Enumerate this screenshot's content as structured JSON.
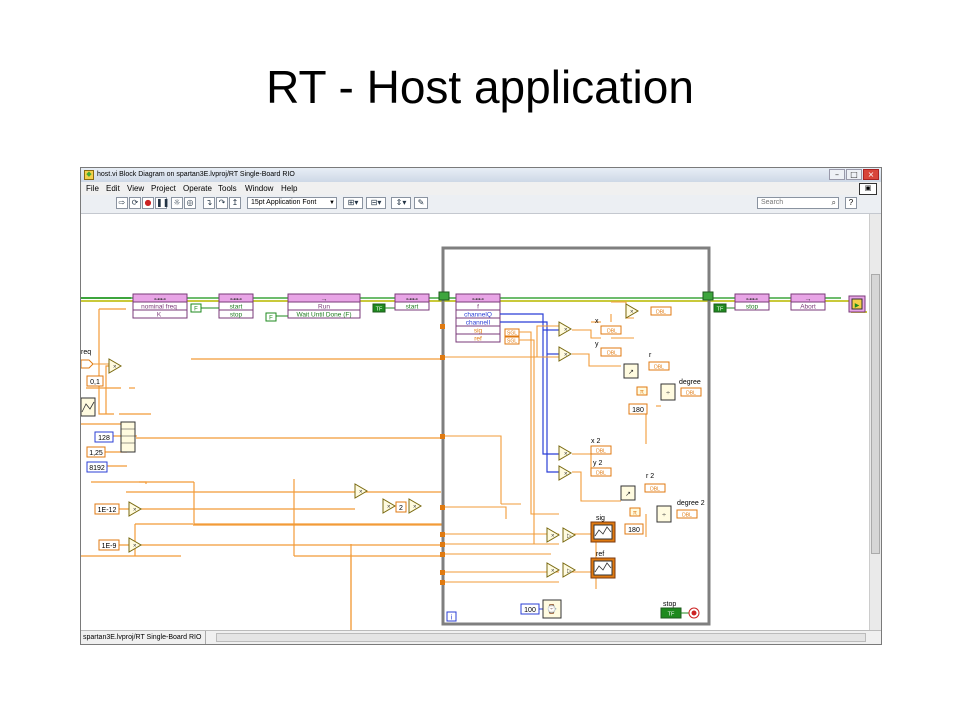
{
  "slide_title": "RT - Host application",
  "window": {
    "title": "host.vi Block Diagram on spartan3E.lvproj/RT Single-Board RIO",
    "status_path": "spartan3E.lvproj/RT Single-Board RIO"
  },
  "menu": [
    "File",
    "Edit",
    "View",
    "Project",
    "Operate",
    "Tools",
    "Window",
    "Help"
  ],
  "toolbar": {
    "font": "15pt Application Font",
    "search_placeholder": "Search",
    "help": "?"
  },
  "diagram": {
    "invoke_nodes": {
      "nominal_freq": "nominal freq",
      "k": "K",
      "start": "start",
      "stop": "stop",
      "run": "Run",
      "wait_until_done": "Wait Until Done (F)",
      "start2": "start",
      "stop2": "stop",
      "abort": "Abort",
      "f": "f",
      "channel_q": "channelQ",
      "channel_i": "channelI",
      "sig": "sig",
      "ref": "ref"
    },
    "constants": {
      "c01": "0,1",
      "c128": "128",
      "c125": "1,25",
      "c8192": "8192",
      "c1e12": "1E-12",
      "c1e9": "1E-9",
      "c2": "2",
      "c180a": "180",
      "c180b": "180",
      "c100": "100",
      "f_const": "F",
      "f_const2": "F",
      "tf": "TF",
      "tf2": "TF"
    },
    "labels": {
      "req": "req",
      "x": "x",
      "y": "y",
      "r": "r",
      "degree": "degree",
      "x2": "x 2",
      "y2": "y 2",
      "r2": "r 2",
      "degree2": "degree 2",
      "sig": "sig",
      "ref": "ref",
      "stop": "stop",
      "dbl": "DBL",
      "sgl": "SGL",
      "loop_index": "i"
    }
  },
  "colors": {
    "orange_wire": "#f29b38",
    "blue_wire": "#2b3fd6",
    "green_wire": "#1e8a1e",
    "node_pink": "#e8a5e6",
    "loop_gray": "#7f7f7f",
    "indicator_orange": "#e07a10"
  }
}
